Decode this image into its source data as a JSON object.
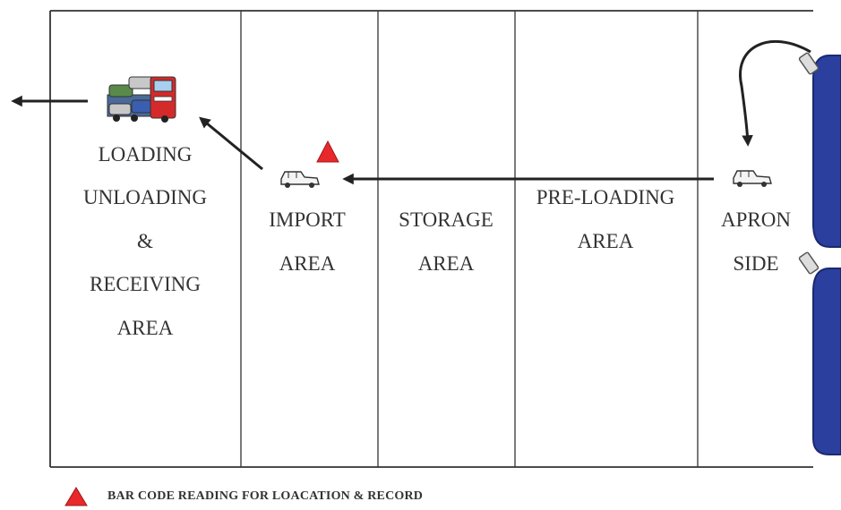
{
  "zones": [
    {
      "id": "loading",
      "lines": [
        "LOADING",
        "UNLOADING",
        "&",
        "RECEIVING",
        "AREA"
      ]
    },
    {
      "id": "import",
      "lines": [
        "IMPORT",
        "AREA"
      ]
    },
    {
      "id": "storage",
      "lines": [
        "STORAGE",
        "AREA"
      ]
    },
    {
      "id": "preloading",
      "lines": [
        "PRE-LOADING",
        "AREA"
      ]
    },
    {
      "id": "apron",
      "lines": [
        "APRON",
        "SIDE"
      ]
    }
  ],
  "legend": {
    "marker_icon": "red-triangle-marker",
    "text": "BAR CODE READING FOR LOACATION & RECORD"
  },
  "icons": {
    "car_carrier": "car-carrier-truck-icon",
    "vehicle": "vehicle-icon",
    "ship": "ship-hull-icon"
  },
  "colors": {
    "outline": "#333333",
    "arrow": "#222222",
    "marker": "#e8282b",
    "ship": "#2a3f9e",
    "truck_red": "#d42a2a",
    "truck_blue": "#3a5fb0",
    "truck_green": "#5a8a4a"
  }
}
